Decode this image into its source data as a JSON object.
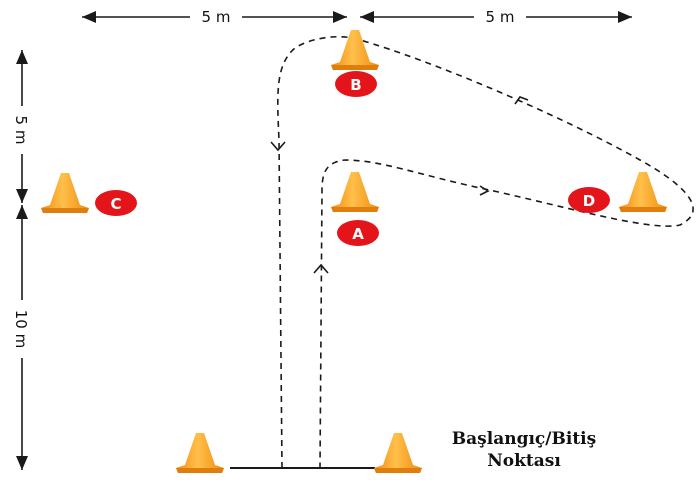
{
  "dimensions": {
    "top_left": "5 m",
    "top_right": "5 m",
    "left_upper": "5 m",
    "left_lower": "10 m"
  },
  "cones": {
    "a": "A",
    "b": "B",
    "c": "C",
    "d": "D"
  },
  "start": {
    "line1": "Başlangıç/Bitiş",
    "line2": "Noktası"
  },
  "colors": {
    "cone": "#f7a21b",
    "badge": "#e3151a",
    "line": "#1a1a1a"
  }
}
